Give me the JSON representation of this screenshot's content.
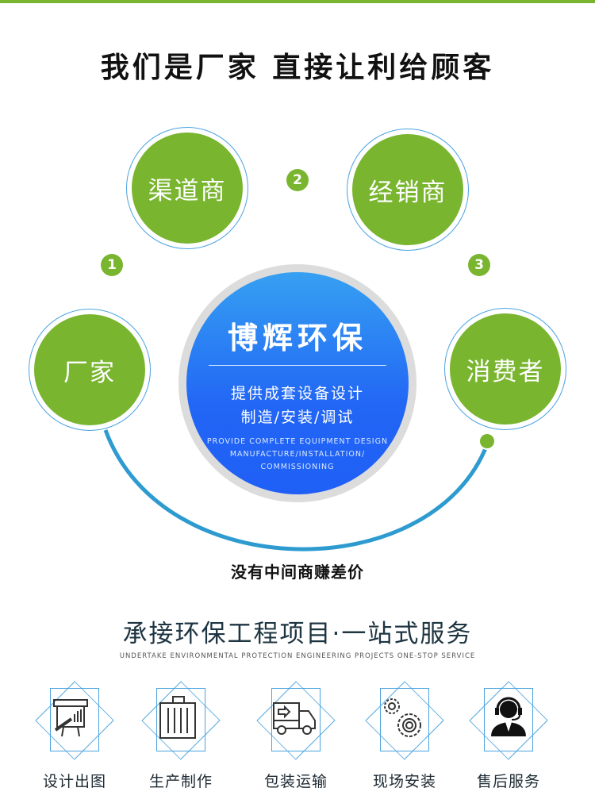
{
  "title": "我们是厂家 直接让利给顾客",
  "nodes": [
    {
      "label": "厂家",
      "badge": "1"
    },
    {
      "label": "渠道商",
      "badge": "2"
    },
    {
      "label": "经销商",
      "badge": "3"
    },
    {
      "label": "消费者"
    }
  ],
  "center": {
    "brand": "博辉环保",
    "line1": "提供成套设备设计",
    "line2": "制造/安装/调试",
    "en1": "PROVIDE COMPLETE EQUIPMENT DESIGN",
    "en2": "MANUFACTURE/INSTALLATION/",
    "en3": "COMMISSIONING"
  },
  "slogan": "没有中间商赚差价",
  "services_title": "承接环保工程项目·一站式服务",
  "services_subtitle": "UNDERTAKE ENVIRONMENTAL PROTECTION ENGINEERING PROJECTS ONE-STOP SERVICE",
  "services": [
    {
      "label": "设计出图",
      "icon": "presentation-board-icon"
    },
    {
      "label": "生产制作",
      "icon": "cabinet-icon"
    },
    {
      "label": "包装运输",
      "icon": "truck-icon"
    },
    {
      "label": "现场安装",
      "icon": "gears-icon"
    },
    {
      "label": "售后服务",
      "icon": "headset-agent-icon"
    }
  ],
  "colors": {
    "green": "#79b52f",
    "blue": "#2266f5",
    "line": "#2e9bd0"
  }
}
